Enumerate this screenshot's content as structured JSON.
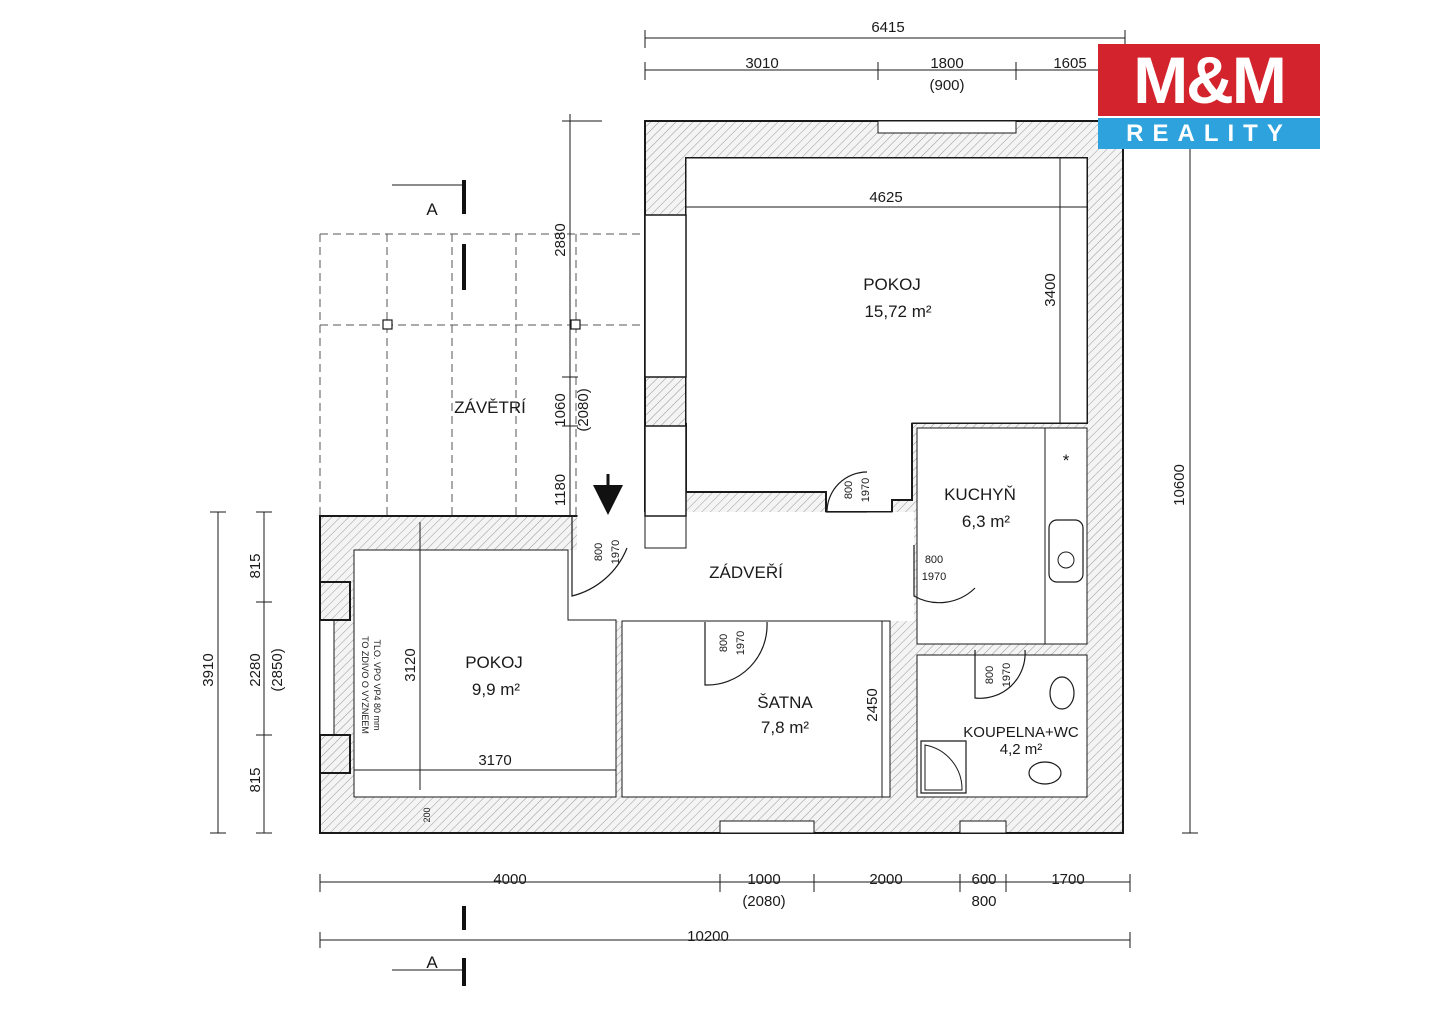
{
  "logo": {
    "brand": "M&M",
    "sub": "REALITY",
    "brand_color": "#d3242e",
    "sub_color": "#2da2dc"
  },
  "rooms": {
    "pokoj_big": {
      "name": "POKOJ",
      "area": "15,72 m²"
    },
    "pokoj_small": {
      "name": "POKOJ",
      "area": "9,9 m²"
    },
    "kuchyn": {
      "name": "KUCHYŇ",
      "area": "6,3 m²"
    },
    "zadveri": {
      "name": "ZÁDVEŘÍ"
    },
    "satna": {
      "name": "ŠATNA",
      "area": "7,8 m²"
    },
    "koupelna": {
      "name": "KOUPELNA+WC",
      "area": "4,2 m²"
    },
    "zavetri": {
      "name": "ZÁVĚTRÍ"
    }
  },
  "section_marks": {
    "top": "A",
    "bottom": "A"
  },
  "dimensions": {
    "top_total": "6415",
    "top_a": "3010",
    "top_b": "1800",
    "top_b_sub": "(900)",
    "top_c": "1605",
    "inner_width_big": "4625",
    "inner_height_big": "3400",
    "right_total": "10600",
    "left_col_a": "2880",
    "left_col_b": "1060",
    "left_col_b_sub": "(2080)",
    "left_col_c": "1180",
    "outer_left_total": "3910",
    "outer_left_a": "815",
    "outer_left_b": "2280",
    "outer_left_b_sub": "(2850)",
    "outer_left_c": "815",
    "small_room_h": "3120",
    "small_room_w": "3170",
    "satna_h": "2450",
    "bottom_a": "4000",
    "bottom_b": "1000",
    "bottom_b_sub": "(2080)",
    "bottom_c": "2000",
    "bottom_d": "600",
    "bottom_d_sub": "800",
    "bottom_e": "1700",
    "bottom_total": "10200",
    "sill": "200"
  },
  "doors": {
    "d_pokoj": {
      "w": "800",
      "h": "1970"
    },
    "d_entry": {
      "w": "800",
      "h": "1970"
    },
    "d_kuchyn": {
      "w": "800",
      "h": "1970"
    },
    "d_satna": {
      "w": "800",
      "h": "1970"
    },
    "d_koupelna": {
      "w": "800",
      "h": "1970"
    }
  },
  "notes": {
    "insulation_1": "TO ZDIVO O VYZNEEM",
    "insulation_2": "TLO. VPO VP4 80 mm"
  },
  "symbols": {
    "fridge": "*"
  }
}
